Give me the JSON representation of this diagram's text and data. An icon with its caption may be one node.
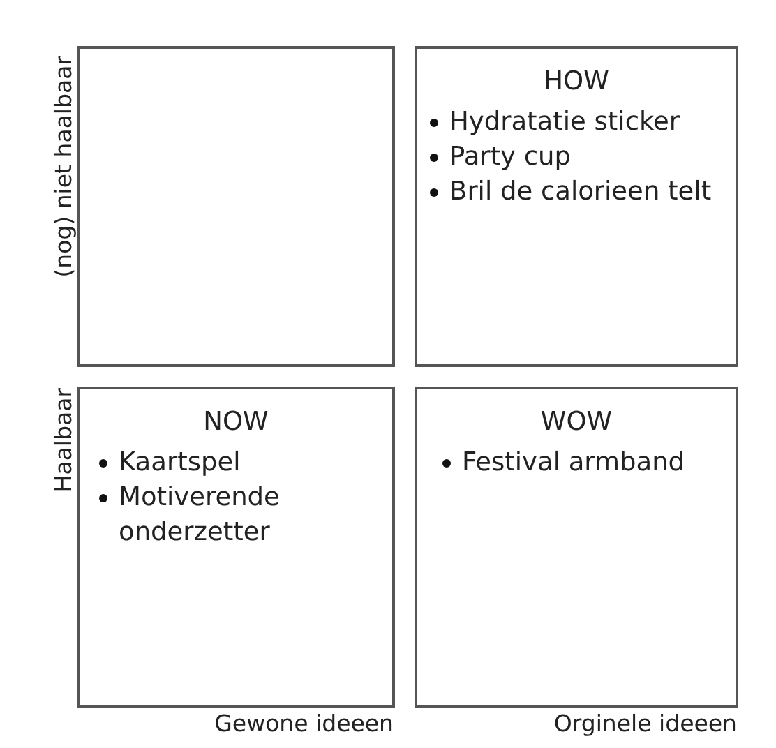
{
  "diagram": {
    "nodes": [
      {
        "text": [],
        "shape": "box"
      },
      {
        "text": [
          "HOW",
          "Hydratatie sticker",
          "Party cup",
          "Bril de calorieen telt"
        ]
      },
      {
        "text": [
          "NOW",
          "Kaartspel",
          "Motiverende onderzetter"
        ]
      },
      {
        "text": [
          "WOW",
          "Festival armband"
        ]
      }
    ],
    "edges": [],
    "labels": [
      "(nog) niet haalbaar",
      "Haalbaar",
      "Gewone ideeen",
      "Orginele ideeen"
    ]
  }
}
